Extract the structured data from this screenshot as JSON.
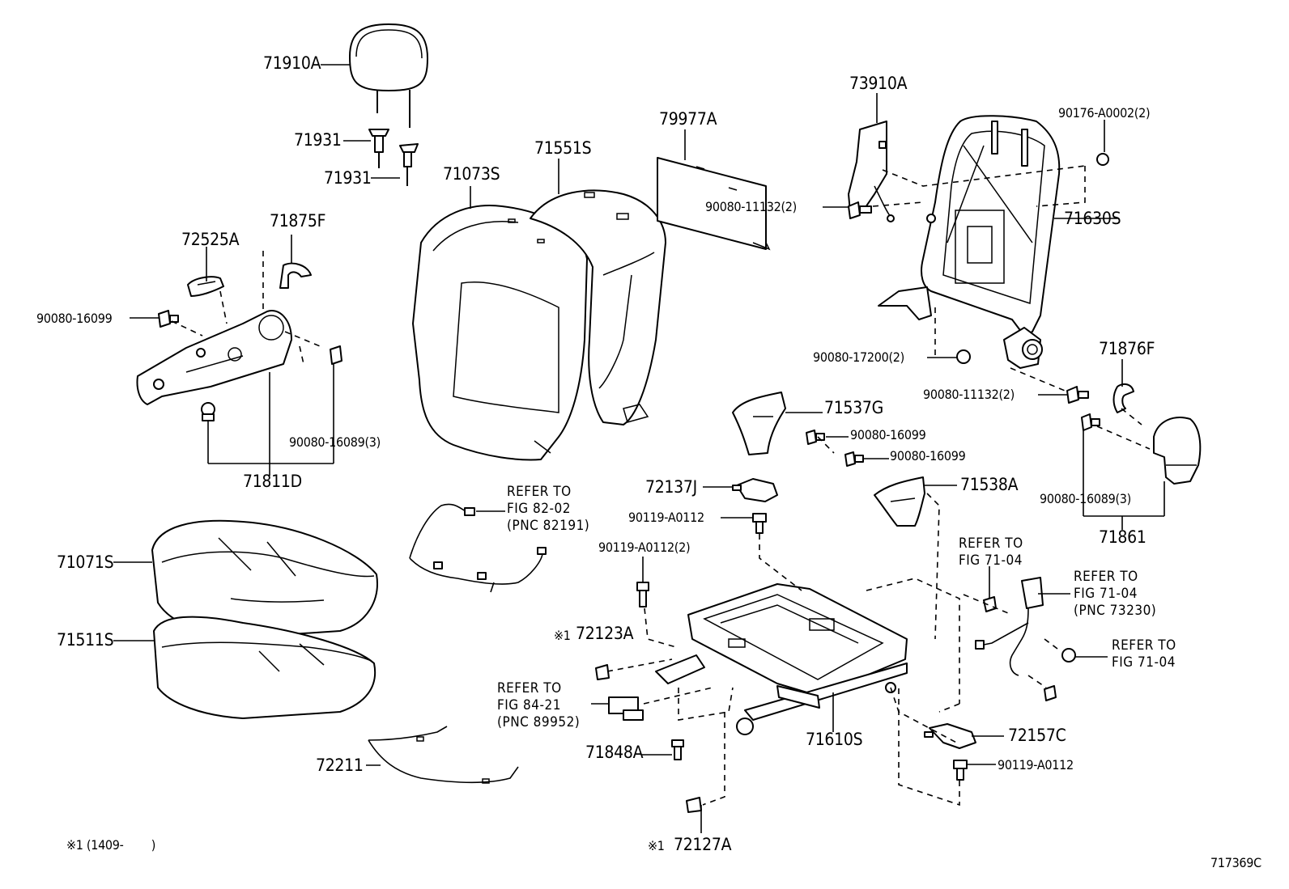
{
  "parts": {
    "headrest": "71910A",
    "headrest_guide_1": "71931",
    "headrest_guide_2": "71931",
    "seatback_cover": "71073S",
    "seatback_pad": "71551S",
    "seatback_board": "79977A",
    "side_airbag": "73910A",
    "seatback_frame": "71630S",
    "nut_90176": "90176-A0002(2)",
    "bolt_90080_11132_a": "90080-11132(2)",
    "bolt_90080_17200": "90080-17200(2)",
    "bolt_90080_11132_b": "90080-11132(2)",
    "recliner_cover_inner": "71876F",
    "hinge_cover_72525A": "72525A",
    "hinge_cover_71875F": "71875F",
    "bolt_90080_16099_left": "90080-16099",
    "bolt_90080_16089_left": "90080-16089(3)",
    "shield_71811D": "71811D",
    "leg_cover_71537G": "71537G",
    "bolt_90080_16099_mid_a": "90080-16099",
    "bolt_90080_16099_mid_b": "90080-16099",
    "leg_cover_71538A": "71538A",
    "bolt_90080_16089_right": "90080-16089(3)",
    "shield_71861": "71861",
    "cushion_cover": "71071S",
    "cushion_pad": "71511S",
    "wire_72211": "72211",
    "cover_72137J": "72137J",
    "screw_90119_a": "90119-A0112",
    "screw_90119_b": "90119-A0112(2)",
    "clip_72123A": "72123A",
    "clip_72123A_mark": "※1",
    "sensor_71848A": "71848A",
    "clip_72127A": "72127A",
    "clip_72127A_mark": "※1",
    "adjuster_71610S": "71610S",
    "cover_72157C": "72157C",
    "screw_90119_c": "90119-A0112"
  },
  "refs": {
    "harness": [
      "REFER TO",
      "FIG 82-02",
      "(PNC 82191)"
    ],
    "connector": [
      "REFER TO",
      "FIG 84-21",
      "(PNC 89952)"
    ],
    "belt_anchor": [
      "REFER TO",
      "FIG 71-04"
    ],
    "buckle": [
      "REFER TO",
      "FIG 71-04",
      "(PNC 73230)"
    ],
    "belt_nut": [
      "REFER TO",
      "FIG 71-04"
    ]
  },
  "footnote": "※1 (1409-        )",
  "figure_code": "717369C"
}
